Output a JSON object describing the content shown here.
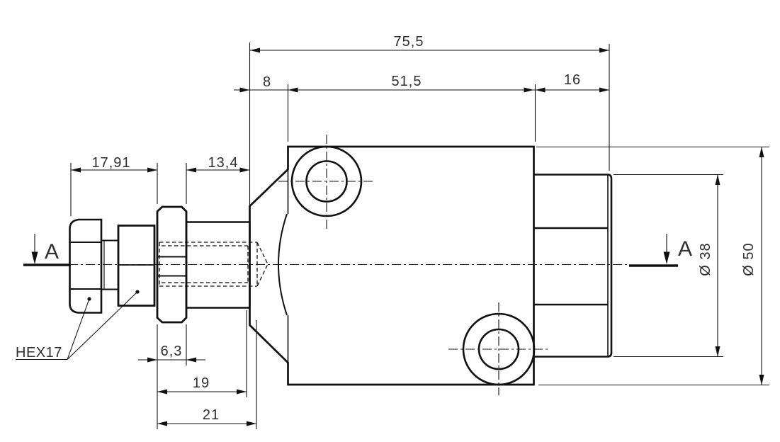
{
  "drawing": {
    "type": "engineering-section-view",
    "background": "#ffffff",
    "line_color": "#111111",
    "text_color": "#2f2f2f",
    "dims": {
      "overall_length": "75,5",
      "port_boss_length": "8",
      "body_length": "51,5",
      "spigot_length": "16",
      "hex_stack_length": "17,91",
      "stud_length": "13,4",
      "locknut_width": "6,3",
      "thread_length": "19",
      "bore_depth": "21",
      "spigot_diameter": "Ø 38",
      "body_diameter": "Ø 50"
    },
    "labels": {
      "hex_callout": "HEX17",
      "section_marker_left": "A",
      "section_marker_right": "A"
    }
  }
}
